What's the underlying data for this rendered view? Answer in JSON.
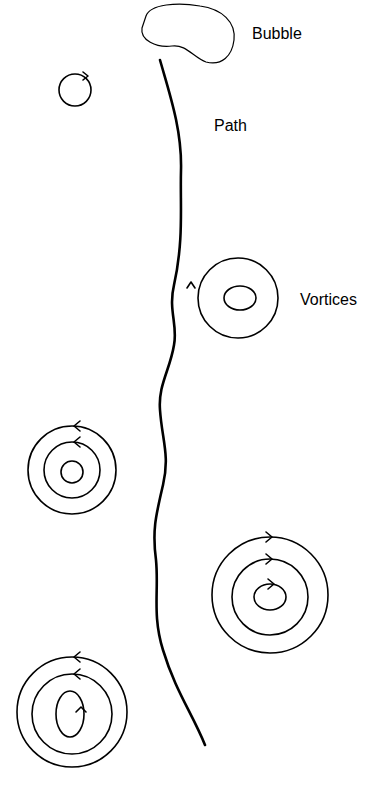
{
  "diagram": {
    "labels": [
      "Bubble",
      "Path",
      "Vortices"
    ]
  }
}
